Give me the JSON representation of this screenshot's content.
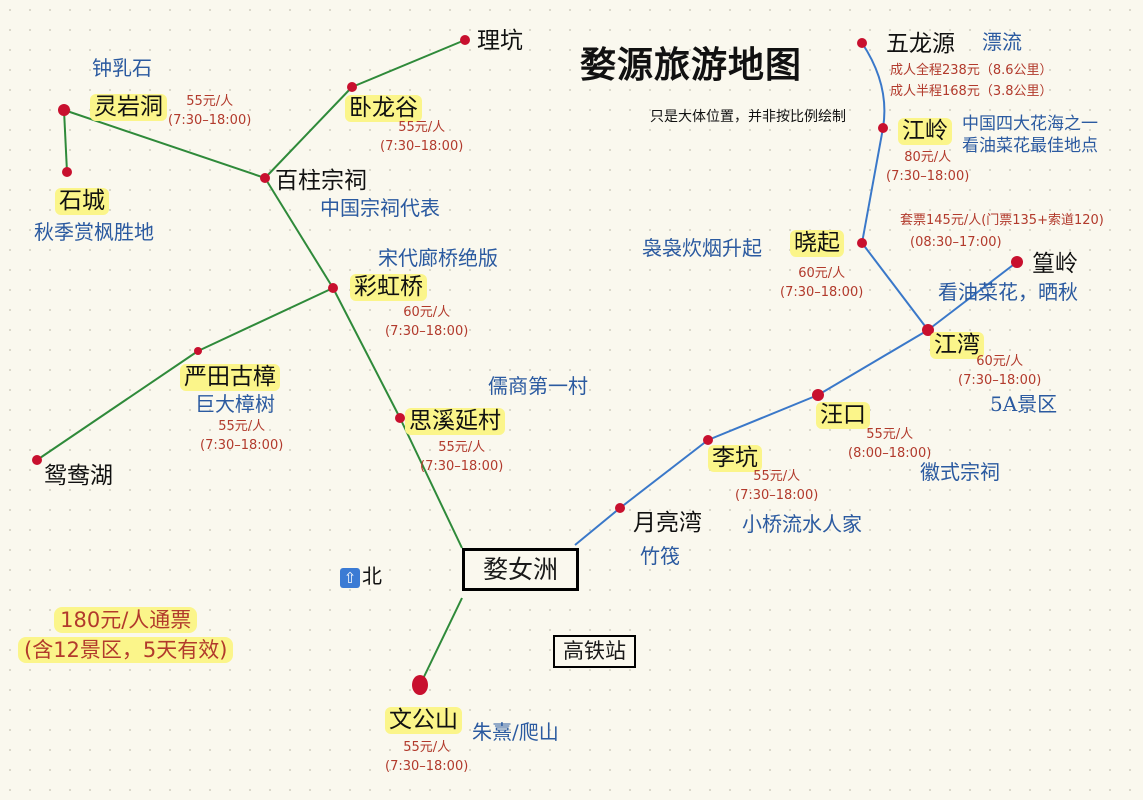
{
  "title": "婺源旅游地图",
  "note": "只是大体位置，并非按比例绘制",
  "center": "婺女洲",
  "station": "高铁站",
  "north": "北",
  "ticket": {
    "line1": "180元/人通票",
    "line2": "(含12景区，5天有效)"
  },
  "spots": {
    "likeng_n": {
      "name": "理坑"
    },
    "zhongrushi": {
      "name": "钟乳石"
    },
    "lingyandong": {
      "name": "灵岩洞",
      "price": "55元/人",
      "hours": "(7:30–18:00)"
    },
    "wolonggu": {
      "name": "卧龙谷",
      "price": "55元/人",
      "hours": "(7:30–18:00)"
    },
    "shicheng": {
      "name": "石城",
      "desc": "秋季赏枫胜地"
    },
    "baizhu": {
      "name": "百柱宗祠",
      "desc": "中国宗祠代表"
    },
    "caihong": {
      "name": "彩虹桥",
      "desc": "宋代廊桥绝版",
      "price": "60元/人",
      "hours": "(7:30–18:00)"
    },
    "yantian": {
      "name": "严田古樟",
      "desc": "巨大樟树",
      "price": "55元/人",
      "hours": "(7:30–18:00)"
    },
    "yuanyang": {
      "name": "鸳鸯湖"
    },
    "sixi": {
      "name": "思溪延村",
      "desc": "儒商第一村",
      "price": "55元/人",
      "hours": "(7:30–18:00)"
    },
    "wengong": {
      "name": "文公山",
      "desc": "朱熹/爬山",
      "price": "55元/人",
      "hours": "(7:30–18:00)"
    },
    "wulongyuan": {
      "name": "五龙源",
      "desc": "漂流",
      "price_full": "成人全程238元（8.6公里）",
      "price_half": "成人半程168元（3.8公里）"
    },
    "jiangling": {
      "name": "江岭",
      "desc1": "中国四大花海之一",
      "desc2": "看油菜花最佳地点",
      "price": "80元/人",
      "hours": "(7:30–18:00)"
    },
    "xiaoqi": {
      "name": "晓起",
      "desc": "袅袅炊烟升起",
      "price": "60元/人",
      "hours": "(7:30–18:00)"
    },
    "huangling": {
      "name": "篁岭",
      "desc": "看油菜花，晒秋",
      "price": "套票145元/人(门票135+索道120)",
      "hours": "(08:30–17:00)"
    },
    "jiangwan": {
      "name": "江湾",
      "desc": "5A景区",
      "price": "60元/人",
      "hours": "(7:30–18:00)"
    },
    "wangkou": {
      "name": "汪口",
      "desc": "徽式宗祠",
      "price": "55元/人",
      "hours": "(8:00–18:00)"
    },
    "likeng_e": {
      "name": "李坑",
      "desc": "小桥流水人家",
      "price": "55元/人",
      "hours": "(7:30–18:00)"
    },
    "yueliangwan": {
      "name": "月亮湾",
      "desc": "竹筏"
    }
  },
  "colors": {
    "route_west": "#2f8a3a",
    "route_east": "#3a78c9",
    "dot": "#c8102e",
    "price": "#b23a2c",
    "handwriting": "#2b5aa0",
    "highlight": "#fbf58a"
  }
}
